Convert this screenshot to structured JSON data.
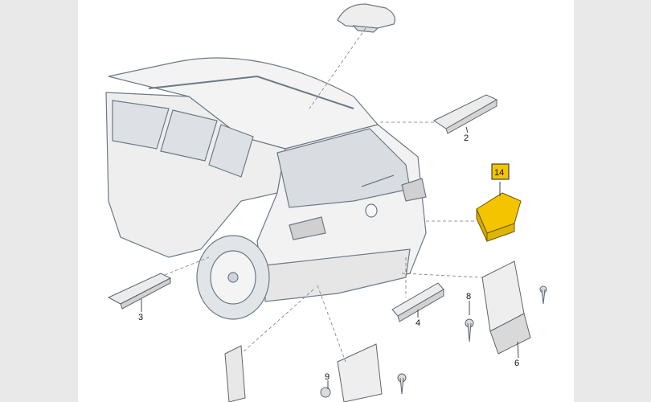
{
  "diagram": {
    "labels": {
      "p2": "2",
      "p3": "3",
      "p4": "4",
      "p6": "6",
      "p8": "8",
      "p9": "9",
      "p14": "14"
    },
    "colors": {
      "background": "#ffffff",
      "side_panel": "#e9e9e9",
      "line": "#555555",
      "highlight": "#f4c400"
    }
  }
}
